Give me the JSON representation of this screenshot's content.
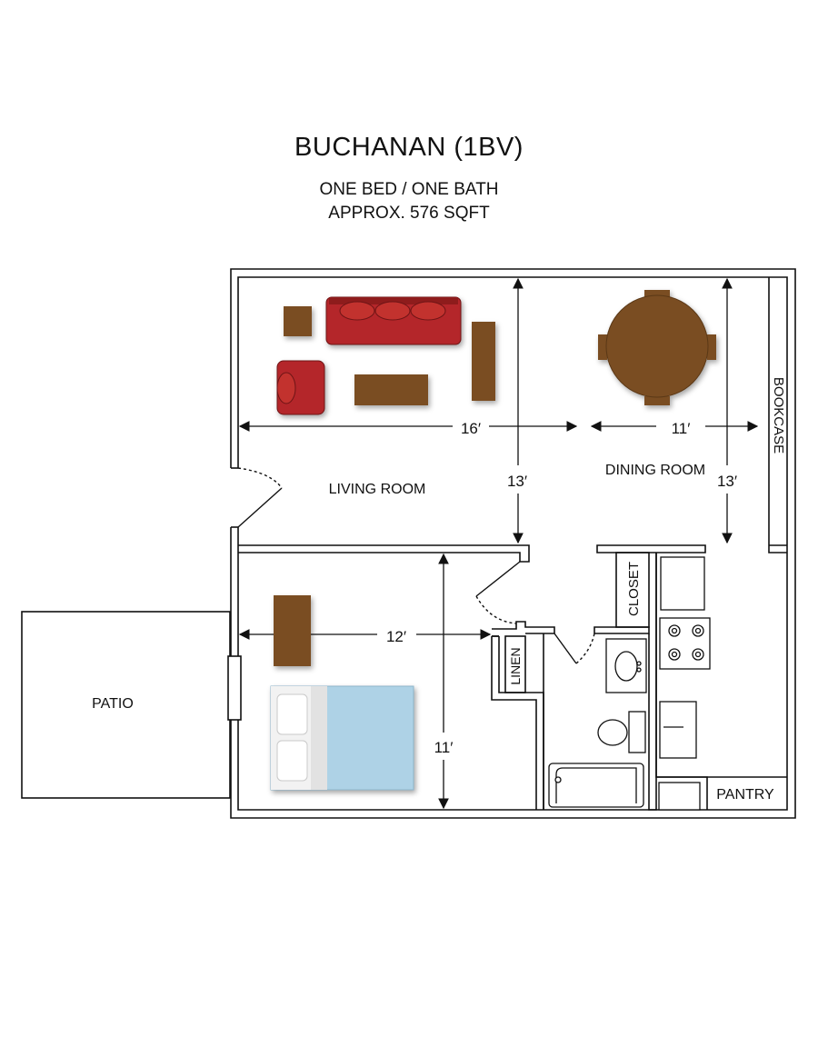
{
  "header": {
    "title": "BUCHANAN (1BV)",
    "line1": "ONE BED / ONE BATH",
    "line2": "APPROX. 576 SQFT"
  },
  "rooms": {
    "living": "LIVING ROOM",
    "dining": "DINING ROOM",
    "patio": "PATIO",
    "bookcase": "BOOKCASE",
    "closet": "CLOSET",
    "linen": "LINEN",
    "pantry": "PANTRY"
  },
  "dimensions": {
    "living_width": "16′",
    "living_depth": "13′",
    "dining_width": "11′",
    "dining_depth": "13′",
    "bed_width": "12′",
    "bed_depth": "11′"
  },
  "colors": {
    "wall": "#111111",
    "sofa": "#b4262a",
    "wood": "#7a4e23",
    "bed": "#aed2e6",
    "pillow": "#f2f2f2"
  }
}
